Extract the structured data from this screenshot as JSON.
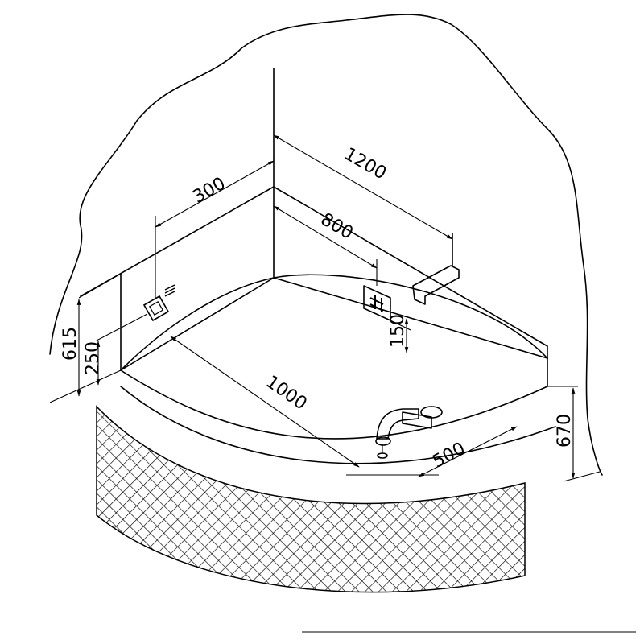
{
  "dimensions": {
    "depth_300": "300",
    "length_1200": "1200",
    "inner_800": "800",
    "height_615": "615",
    "height_250": "250",
    "height_150": "150",
    "arc_1000": "1000",
    "width_500": "500",
    "height_670": "670"
  },
  "colors": {
    "stroke": "#000000",
    "background": "#ffffff"
  }
}
